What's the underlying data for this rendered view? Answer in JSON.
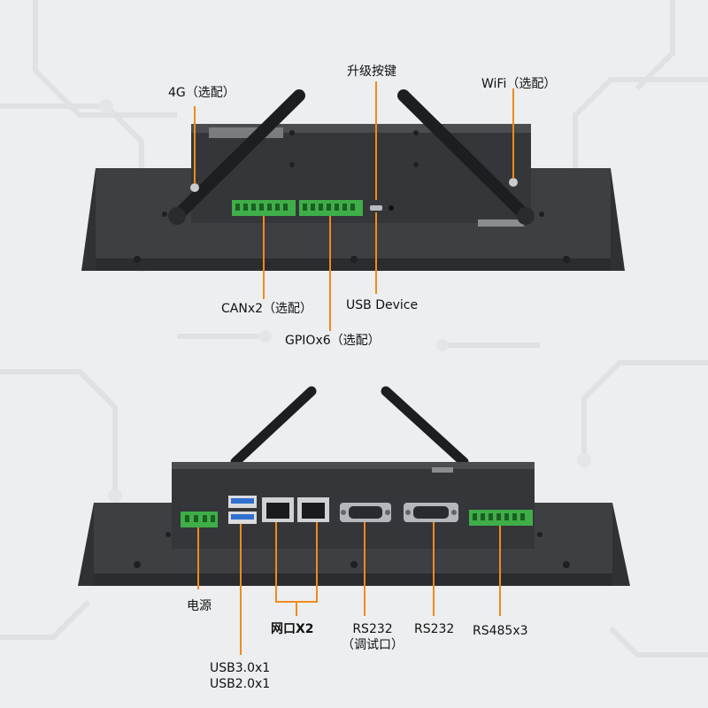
{
  "top_view": {
    "labels": {
      "upgrade_button": "升级按键",
      "lte_4g": "4G（选配）",
      "wifi": "WiFi（选配）",
      "can": "CANx2（选配）",
      "usb_device": "USB Device",
      "gpio": "GPIOx6（选配）"
    }
  },
  "bottom_view": {
    "labels": {
      "power": "电源",
      "ethernet": "网口X2",
      "rs232_debug_line1": "RS232",
      "rs232_debug_line2": "（调试口）",
      "rs232": "RS232",
      "rs485": "RS485x3",
      "usb_line1": "USB3.0x1",
      "usb_line2": "USB2.0x1"
    }
  },
  "colors": {
    "background": "#eceef0",
    "chassis": "#3c3e42",
    "chassis_dark": "#2b2d30",
    "terminal_green": "#3fae49",
    "leader_line": "#f08a1c",
    "usb_blue": "#2f6fd0"
  }
}
